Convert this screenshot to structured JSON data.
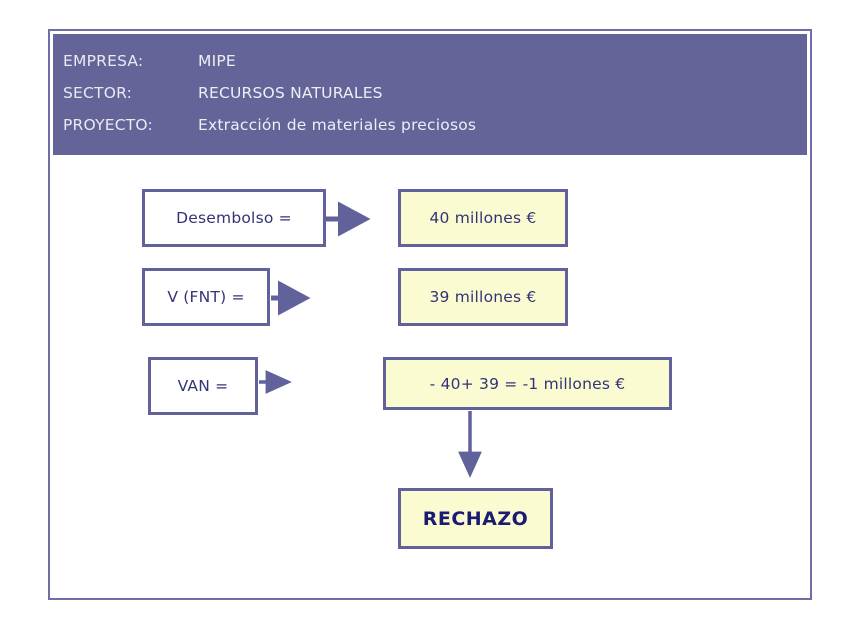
{
  "header": {
    "rows": [
      {
        "label": "EMPRESA:",
        "value": "MIPE"
      },
      {
        "label": "SECTOR:",
        "value": "RECURSOS NATURALES"
      },
      {
        "label": "PROYECTO:",
        "value": "Extracción de materiales preciosos"
      }
    ]
  },
  "diagram": {
    "rows": [
      {
        "term": "Desembolso =",
        "result": "40 millones €"
      },
      {
        "term": "V (FNT) =",
        "result": "39 millones €"
      },
      {
        "term": "VAN =",
        "result": "- 40+ 39 = -1 millones €"
      }
    ],
    "decision": "RECHAZO"
  },
  "colors": {
    "header_band": "#646499",
    "frame_border": "#6f6fa5",
    "box_border": "#61619b",
    "box_fill_white": "#ffffff",
    "box_fill_yellow": "#fbfbd2",
    "text_blue": "#333377",
    "decision_text": "#1b1b72",
    "arrow": "#61619b"
  }
}
